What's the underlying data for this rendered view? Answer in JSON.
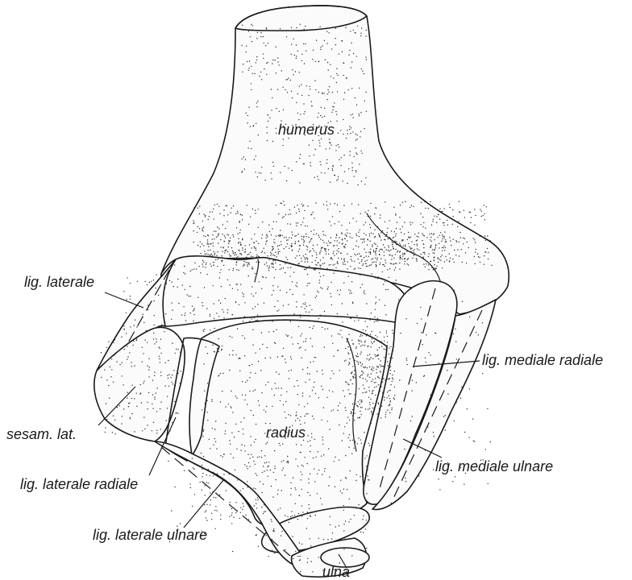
{
  "labels": {
    "humerus": "humerus",
    "lig_laterale": "lig. laterale",
    "lig_mediale_radiale": "lig. mediale radiale",
    "sesam_lat": "sesam. lat.",
    "radius": "radius",
    "lig_mediale_ulnare": "lig. mediale ulnare",
    "lig_laterale_radiale": "lig. laterale radiale",
    "lig_laterale_ulnare": "lig. laterale ulnare",
    "ulna": "ulna"
  }
}
